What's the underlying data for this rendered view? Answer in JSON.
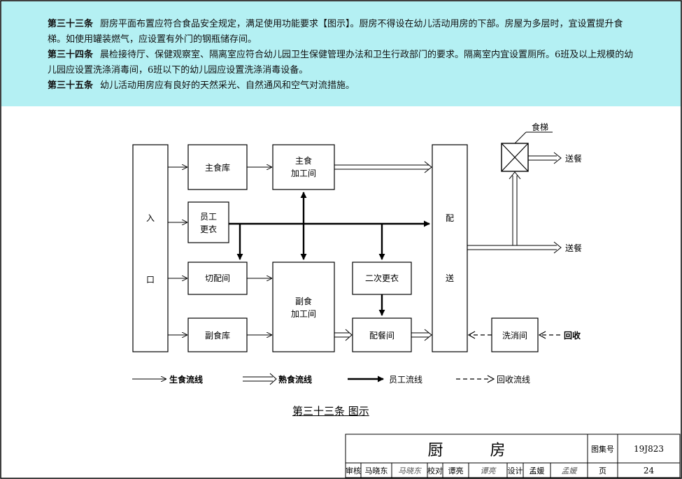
{
  "text": {
    "articles": [
      {
        "no": "第三十三条",
        "body": "厨房平面布置应符合食品安全规定，满足使用功能要求【图示】。厨房不得设在幼儿活动用房的下部。房屋为多层时，宜设置提升食梯。如使用罐装燃气，应设置有外门的钢瓶储存间。"
      },
      {
        "no": "第三十四条",
        "body": "晨检接待厅、保健观察室、隔离室应符合幼儿园卫生保健管理办法和卫生行政部门的要求。隔离室内宜设置厕所。6班及以上规模的幼儿园应设置洗涤消毒间，6班以下的幼儿园应设置洗涤消毒设备。"
      },
      {
        "no": "第三十五条",
        "body": "幼儿活动用房应有良好的天然采光、自然通风和空气对流措施。"
      }
    ]
  },
  "diagram": {
    "entrance": [
      "入",
      "口"
    ],
    "dispatch": [
      "配",
      "送"
    ],
    "staple_storage": "主食库",
    "staple_processing": [
      "主食",
      "加工间"
    ],
    "staff_change": [
      "员工",
      "更衣"
    ],
    "cutting": "切配间",
    "nonstaple_storage": "副食库",
    "nonstaple_processing": [
      "副食",
      "加工间"
    ],
    "second_change": "二次更衣",
    "meal_prep": "配餐间",
    "washing": "洗消间",
    "recycle": "回收",
    "dumbwaiter": "食梯",
    "deliver_top": "送餐",
    "deliver_mid": "送餐",
    "legend": {
      "raw": "生食流线",
      "cooked": "熟食流线",
      "staff": "员工流线",
      "recycle": "回收流线"
    },
    "caption": "第三十三条  图示"
  },
  "titleblock": {
    "title": "厨  房",
    "atlas_label": "图集号",
    "atlas_no": "19J823",
    "review_label": "审核",
    "reviewer": "马晓东",
    "reviewer_sig": "马晓东",
    "check_label": "校对",
    "checker": "谭亮",
    "checker_sig": "谭亮",
    "design_label": "设计",
    "designer": "孟媛",
    "designer_sig": "孟媛",
    "page_label": "页",
    "page_no": "24"
  }
}
